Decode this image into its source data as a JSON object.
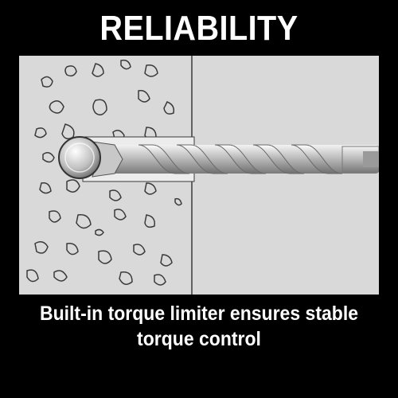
{
  "title": "RELIABILITY",
  "caption": {
    "line1": "Built-in torque limiter ensures stable",
    "line2": "torque control"
  },
  "colors": {
    "background": "#000000",
    "text": "#ffffff",
    "wall": "#d9d9d9",
    "pebble_outline": "#3a3a3a",
    "bit_light": "#e8e8e8",
    "bit_dark": "#8c8c8c"
  },
  "illustration": {
    "subject": "drill-bit-in-concrete-icon"
  }
}
